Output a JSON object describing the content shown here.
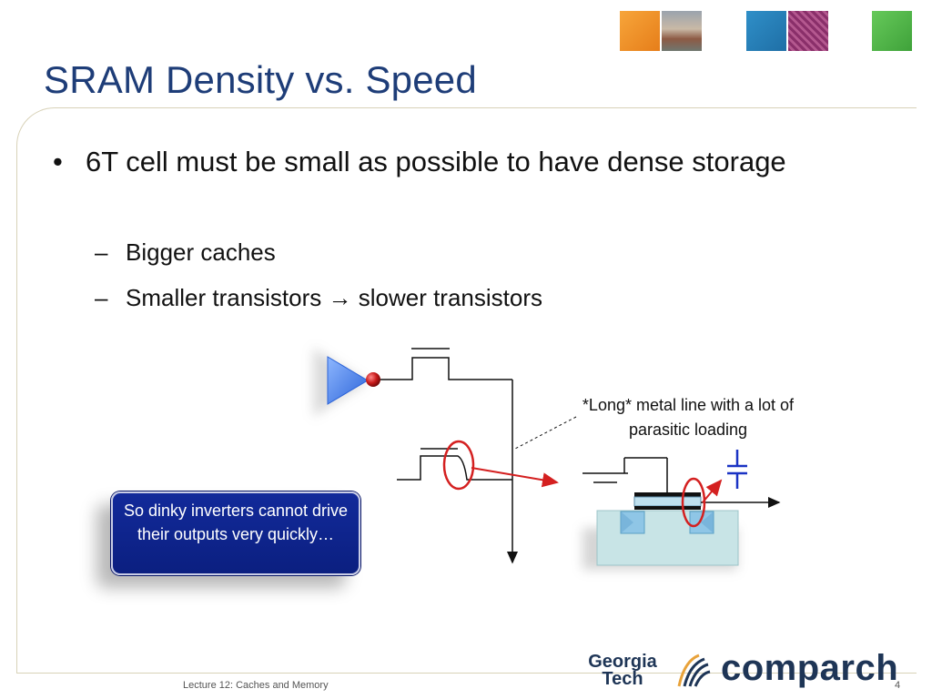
{
  "slide": {
    "title": "SRAM Density vs. Speed",
    "bullet_marker": "•",
    "bullet": "6T cell must be small as possible to have dense storage",
    "sub_dash": "–",
    "sub_items": [
      "Bigger caches",
      "Smaller transistors → slower transistors"
    ],
    "callout": "So dinky inverters cannot drive their outputs very quickly…",
    "metal_note": "*Long* metal line with a lot of parasitic loading"
  },
  "footer": {
    "lecture": "Lecture 12: Caches and Memory",
    "page": "4"
  },
  "logo": {
    "gt_line1": "Georgia",
    "gt_line2": "Tech",
    "comparch": "comparch"
  },
  "colors": {
    "title": "#1e3d78",
    "callout_bg": "#0b1f80",
    "annotation_red": "#d42020",
    "inverter_blue": "#3b7ce8",
    "capacitor_blue": "#1a33c4"
  }
}
